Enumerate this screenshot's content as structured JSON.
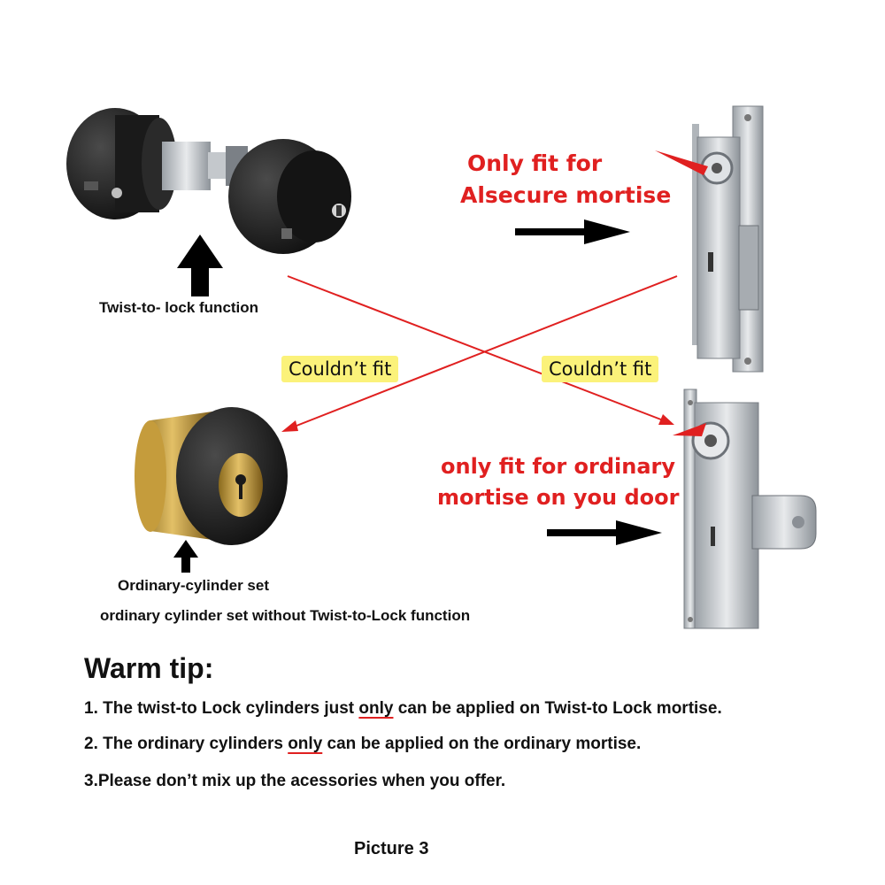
{
  "colors": {
    "accent_red": "#e02020",
    "badge_yellow": "#fbf27a",
    "text": "#111111"
  },
  "icons": [
    "twist-lock-cylinder-icon",
    "ordinary-cylinder-icon",
    "alsecure-mortise-icon",
    "ordinary-mortise-icon",
    "arrow-up-icon",
    "arrow-right-icon"
  ],
  "labels": {
    "twist_function": "Twist-to- lock function",
    "alsecure_line1": "Only fit for",
    "alsecure_line2": "Alsecure mortise",
    "couldnt_fit_left": "Couldn’t fit",
    "couldnt_fit_right": "Couldn’t fit",
    "ordinary_line1": "only fit for ordinary",
    "ordinary_line2": "mortise on you door",
    "ordinary_set": "Ordinary-cylinder set",
    "ordinary_set_desc": "ordinary cylinder set without  Twist-to-Lock function"
  },
  "warm_tip": {
    "title": "Warm tip:",
    "tip1_before": "1. The twist-to Lock cylinders just ",
    "tip1_emph": "only",
    "tip1_after": " can be applied on Twist-to Lock mortise.",
    "tip2_before": "2. The ordinary cylinders ",
    "tip2_emph": "only",
    "tip2_after": " can be applied on the ordinary mortise.",
    "tip3": "3.Please don’t mix up the acessories when you offer."
  },
  "caption": "Picture 3"
}
